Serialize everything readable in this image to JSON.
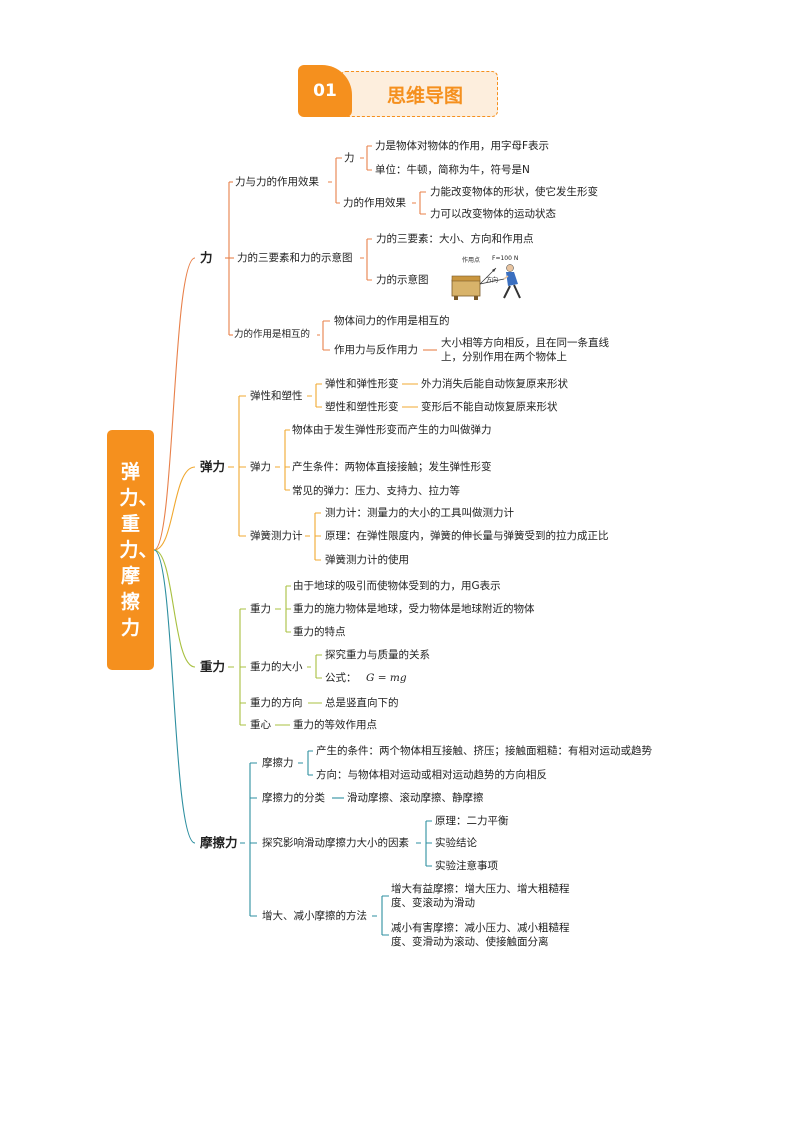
{
  "header": {
    "number": "01",
    "title": "思维导图"
  },
  "central": "弹力、重力、摩擦力",
  "colors": {
    "orange": "#f5901e",
    "branch_force": "#e8804a",
    "branch_elastic": "#f0a830",
    "branch_gravity": "#a8c040",
    "branch_friction": "#2e8fa0"
  },
  "force": {
    "title": "力",
    "n1": "力与力的作用效果",
    "n1a": "力",
    "n1a1": "力是物体对物体的作用，用字母F表示",
    "n1a2": "单位：牛顿，简称为牛，符号是N",
    "n1b": "力的作用效果",
    "n1b1": "力能改变物体的形状，使它发生形变",
    "n1b2": "力可以改变物体的运动状态",
    "n2": "力的三要素和力的示意图",
    "n2a": "力的三要素：大小、方向和作用点",
    "n2b": "力的示意图",
    "n2img_label1": "作用点",
    "n2img_label2": "F=100 N",
    "n2img_label3": "方向",
    "n3": "力的作用是相互的",
    "n3a": "物体间力的作用是相互的",
    "n3b": "作用力与反作用力",
    "n3b1": "大小相等方向相反，且在同一条直线上，分别作用在两个物体上"
  },
  "elastic": {
    "title": "弹力",
    "n1": "弹性和塑性",
    "n1a": "弹性和弹性形变",
    "n1a1": "外力消失后能自动恢复原来形状",
    "n1b": "塑性和塑性形变",
    "n1b1": "变形后不能自动恢复原来形状",
    "n2": "弹力",
    "n2a": "物体由于发生弹性形变而产生的力叫做弹力",
    "n2b": "产生条件：两物体直接接触；发生弹性形变",
    "n2c": "常见的弹力：压力、支持力、拉力等",
    "n3": "弹簧测力计",
    "n3a": "测力计：测量力的大小的工具叫做测力计",
    "n3b": "原理：在弹性限度内，弹簧的伸长量与弹簧受到的拉力成正比",
    "n3c": "弹簧测力计的使用"
  },
  "gravity": {
    "title": "重力",
    "n1": "重力",
    "n1a": "由于地球的吸引而使物体受到的力，用G表示",
    "n1b": "重力的施力物体是地球，受力物体是地球附近的物体",
    "n1c": "重力的特点",
    "n2": "重力的大小",
    "n2a": "探究重力与质量的关系",
    "n2b": "公式：",
    "n2b_formula": "G = mg",
    "n3": "重力的方向",
    "n3a": "总是竖直向下的",
    "n4": "重心",
    "n4a": "重力的等效作用点"
  },
  "friction": {
    "title": "摩擦力",
    "n1": "摩擦力",
    "n1a": "产生的条件：两个物体相互接触、挤压；接触面粗糙：有相对运动或趋势",
    "n1b": "方向：与物体相对运动或相对运动趋势的方向相反",
    "n2": "摩擦力的分类",
    "n2a": "滑动摩擦、滚动摩擦、静摩擦",
    "n3": "探究影响滑动摩擦力大小的因素",
    "n3a": "原理：二力平衡",
    "n3b": "实验结论",
    "n3c": "实验注意事项",
    "n4": "增大、减小摩擦的方法",
    "n4a": "增大有益摩擦：增大压力、增大粗糙程度、变滚动为滑动",
    "n4b": "减小有害摩擦：减小压力、减小粗糙程度、变滑动为滚动、使接触面分离"
  }
}
